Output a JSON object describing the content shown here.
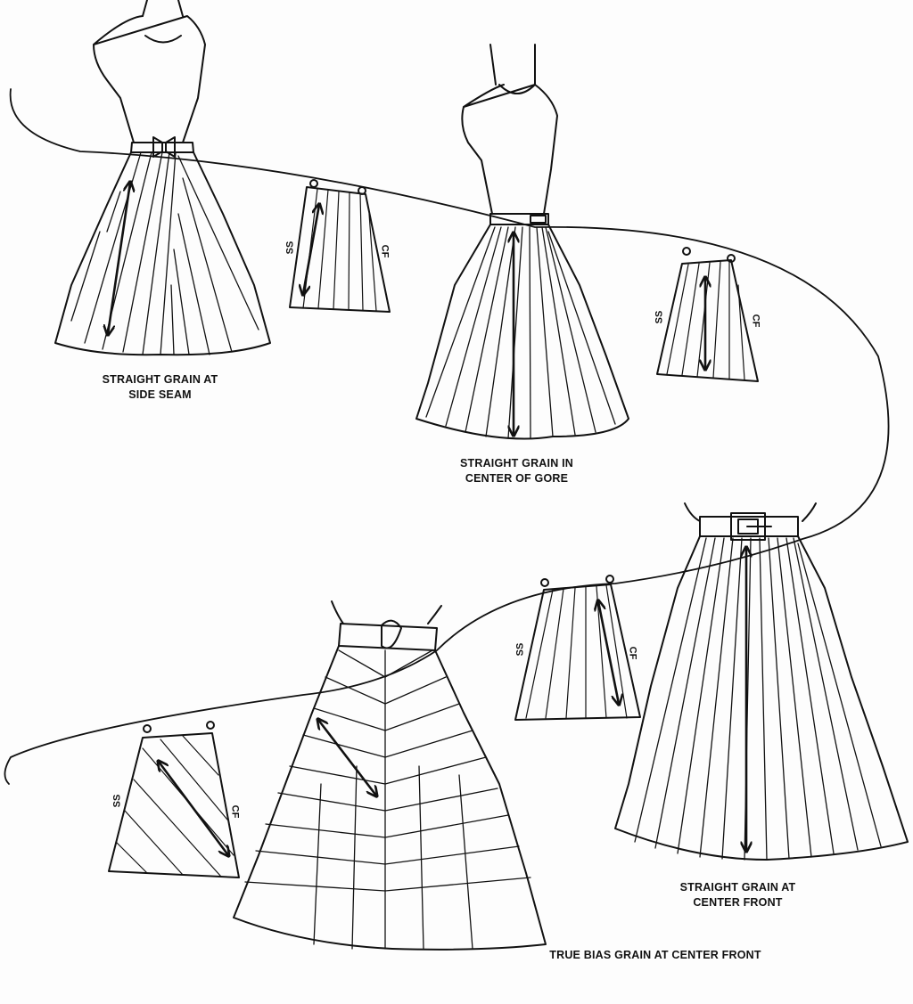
{
  "captions": {
    "side_seam": [
      "STRAIGHT GRAIN AT",
      "SIDE SEAM"
    ],
    "center_gore": [
      "STRAIGHT GRAIN IN",
      "CENTER OF GORE"
    ],
    "center_front": [
      "STRAIGHT GRAIN AT",
      "CENTER FRONT"
    ],
    "true_bias": "TRUE BIAS GRAIN AT CENTER FRONT"
  },
  "piece_labels": {
    "side_seam": "SS",
    "center_front": "CF"
  }
}
